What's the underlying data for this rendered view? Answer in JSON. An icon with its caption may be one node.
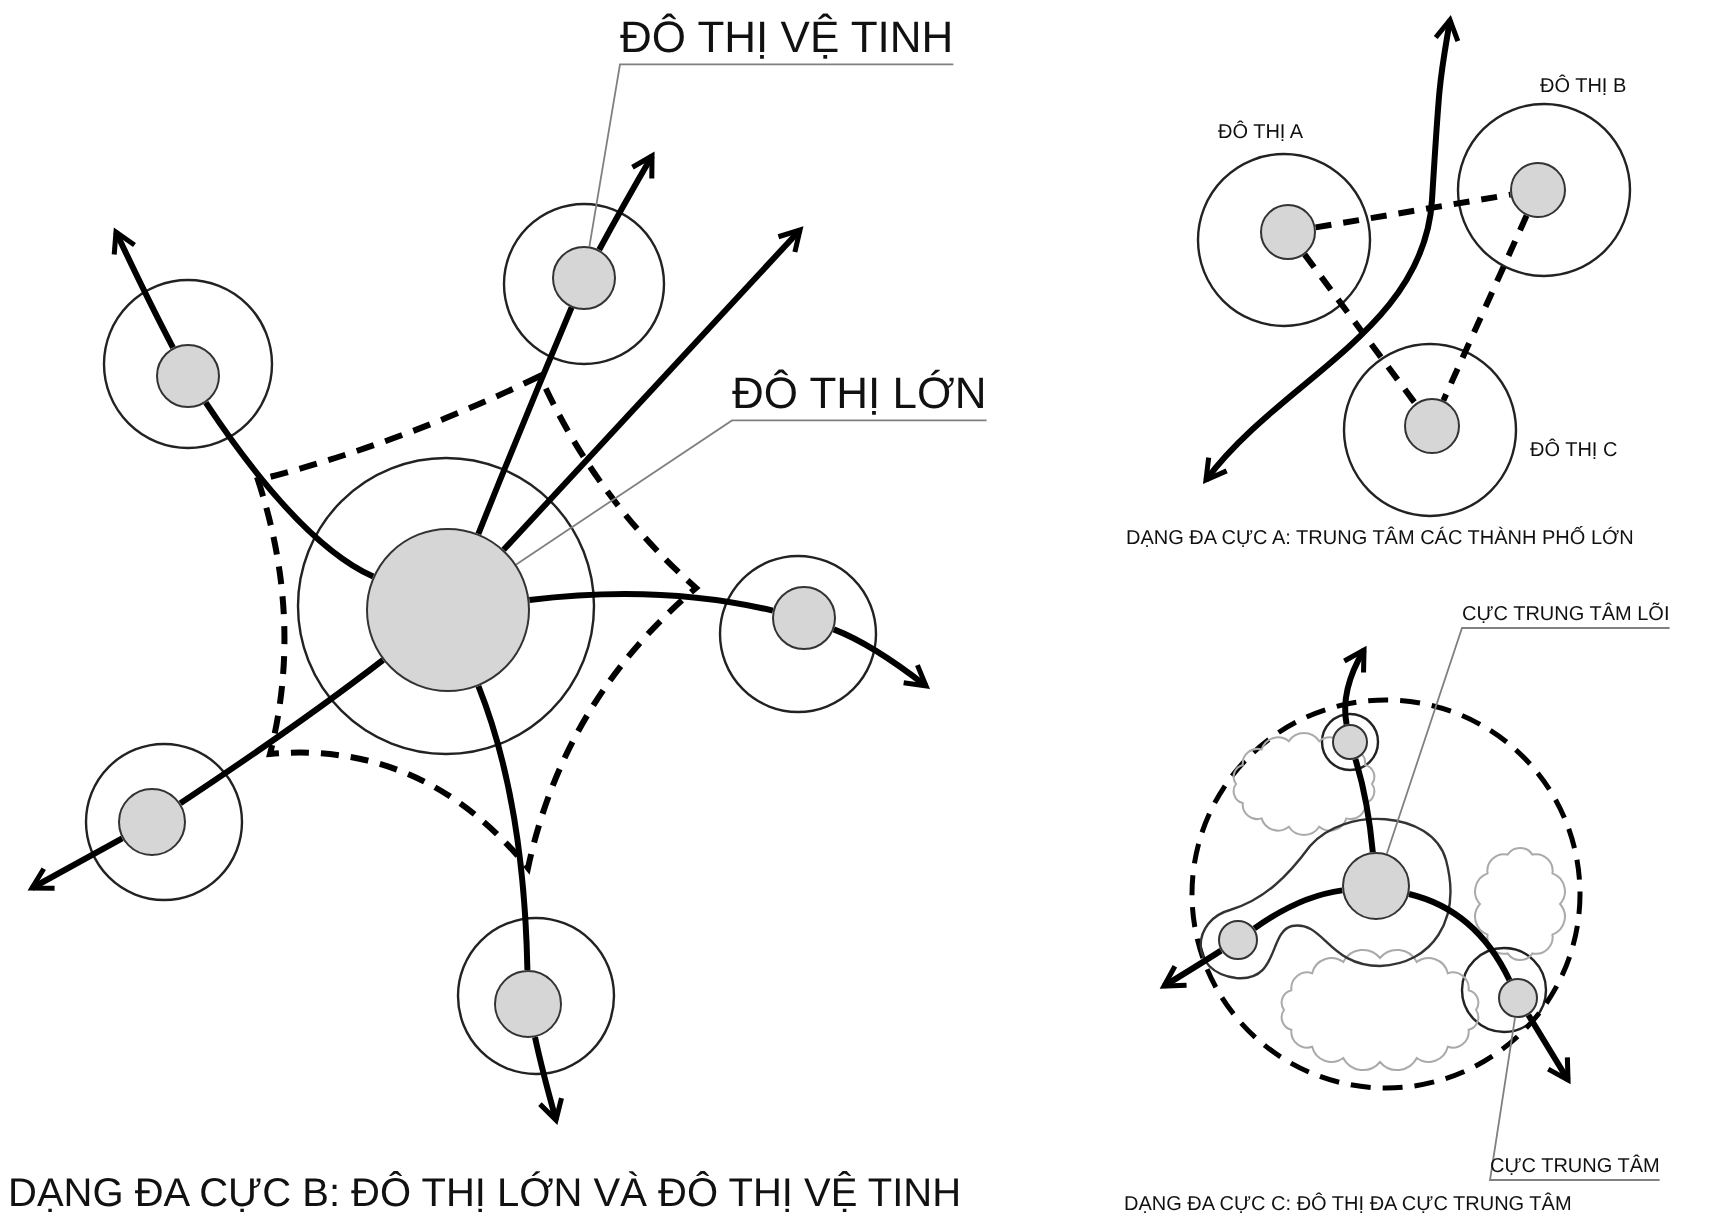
{
  "diagram": {
    "nodes": [
      {
        "text": [
          "ĐÔ THỊ VỆ TINH"
        ]
      },
      {
        "text": [
          "ĐÔ THỊ LỚN"
        ]
      },
      {
        "text": [],
        "shape": "circle"
      },
      {
        "text": [],
        "shape": "circle"
      },
      {
        "text": [],
        "shape": "circle"
      },
      {
        "text": [],
        "shape": "circle"
      },
      {
        "text": [],
        "shape": "circle"
      },
      {
        "text": [],
        "shape": "circle"
      },
      {
        "text": [
          "ĐÔ THỊ A"
        ]
      },
      {
        "text": [
          "ĐÔ THỊ B"
        ]
      },
      {
        "text": [
          "ĐÔ THỊ C"
        ]
      },
      {
        "text": [
          "CỰC TRUNG TÂM LÕI"
        ]
      },
      {
        "text": [
          "CỰC TRUNG TÂM"
        ]
      },
      {
        "text": [],
        "shape": "circle"
      },
      {
        "text": [],
        "shape": "circle"
      },
      {
        "text": [],
        "shape": "circle"
      },
      {
        "text": [],
        "shape": "circle"
      }
    ],
    "edges": [
      {
        "from": 0,
        "to": 4,
        "arrow": "none",
        "color": "#808080"
      },
      {
        "from": 1,
        "to": 2,
        "arrow": "none",
        "color": "#808080"
      },
      {
        "from": 2,
        "to": 3,
        "arrow": "none"
      },
      {
        "from": 3,
        "to": null,
        "arrow": "to"
      },
      {
        "from": 2,
        "to": 4,
        "arrow": "none"
      },
      {
        "from": 4,
        "to": null,
        "arrow": "to"
      },
      {
        "from": 2,
        "to": null,
        "arrow": "to"
      },
      {
        "from": 2,
        "to": 5,
        "arrow": "none"
      },
      {
        "from": 5,
        "to": null,
        "arrow": "to"
      },
      {
        "from": 2,
        "to": 6,
        "arrow": "none"
      },
      {
        "from": 6,
        "to": null,
        "arrow": "to"
      },
      {
        "from": 2,
        "to": 7,
        "arrow": "none"
      },
      {
        "from": 7,
        "to": null,
        "arrow": "to"
      },
      {
        "from": 8,
        "to": 9,
        "arrow": "none",
        "style": "dashed"
      },
      {
        "from": 8,
        "to": 10,
        "arrow": "none",
        "style": "dashed"
      },
      {
        "from": 9,
        "to": 10,
        "arrow": "none",
        "style": "dashed"
      },
      {
        "from": 11,
        "to": 13,
        "arrow": "none",
        "color": "#808080"
      },
      {
        "from": 12,
        "to": 16,
        "arrow": "none",
        "color": "#808080"
      },
      {
        "from": 13,
        "to": 14,
        "arrow": "none"
      },
      {
        "from": 14,
        "to": null,
        "arrow": "to"
      },
      {
        "from": 13,
        "to": 15,
        "arrow": "none"
      },
      {
        "from": 15,
        "to": null,
        "arrow": "to"
      },
      {
        "from": 13,
        "to": 16,
        "arrow": "none"
      },
      {
        "from": 16,
        "to": null,
        "arrow": "to"
      }
    ],
    "labels": [
      "DẠNG ĐA CỰC A: TRUNG TÂM CÁC THÀNH PHỐ LỚN",
      "DẠNG ĐA CỰC B: ĐÔ THỊ LỚN VÀ ĐÔ THỊ VỆ TINH",
      "DẠNG ĐA CỰC C: ĐÔ THỊ ĐA CỰC TRUNG TÂM"
    ]
  }
}
